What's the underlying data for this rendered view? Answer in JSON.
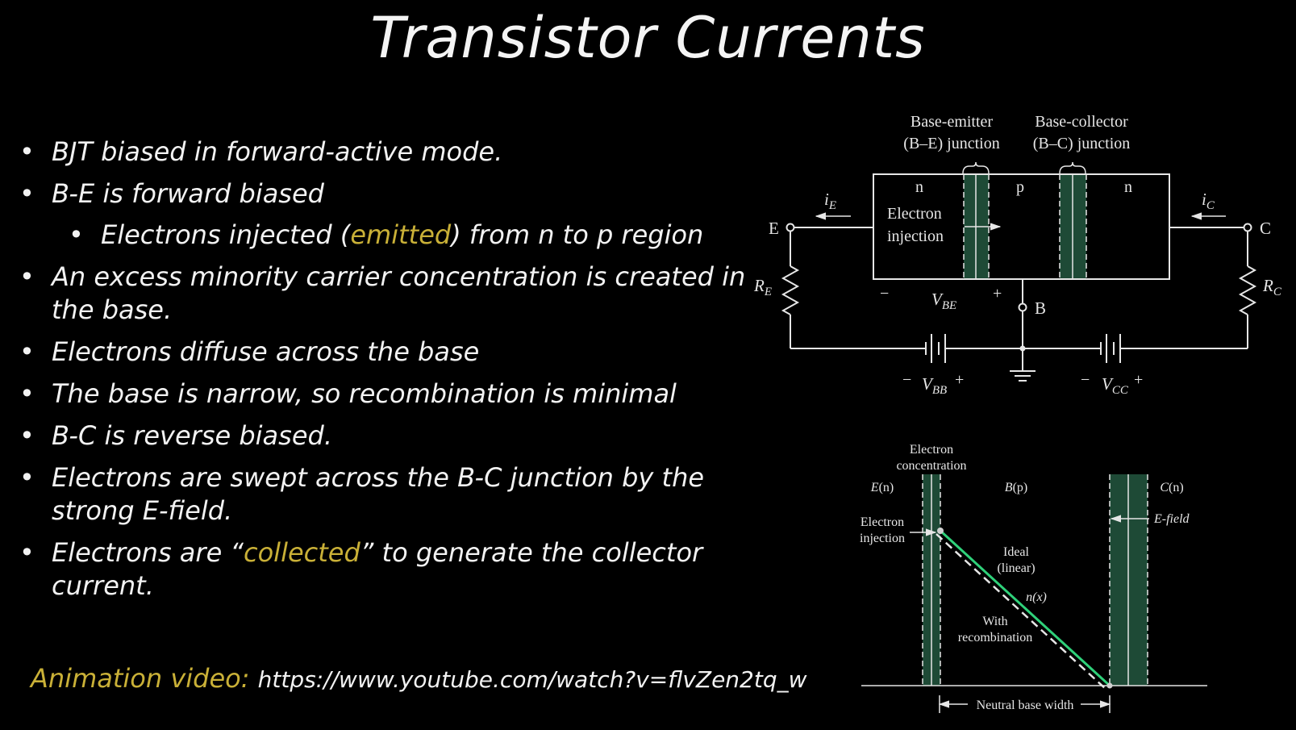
{
  "title": "Transistor Currents",
  "bullets": [
    {
      "text": "BJT biased in forward-active mode."
    },
    {
      "text": "B-E is forward biased"
    },
    {
      "sub": true,
      "pre": "Electrons injected (",
      "hl": "emitted",
      "post": ") from n to p region"
    },
    {
      "text": "An excess minority carrier concentration is created in the base."
    },
    {
      "text": "Electrons diffuse across the base"
    },
    {
      "text": "The base is narrow, so recombination is minimal"
    },
    {
      "text": "B-C is reverse biased."
    },
    {
      "text": "Electrons are swept across the B-C junction by the strong E-field."
    },
    {
      "pre": "Electrons are “",
      "hl": "collected",
      "post": "” to generate the collector current."
    }
  ],
  "video": {
    "label": "Animation video: ",
    "url": "https://www.youtube.com/watch?v=flvZen2tq_w"
  },
  "circuit": {
    "be_junction_line1": "Base-emitter",
    "be_junction_line2": "(B–E) junction",
    "bc_junction_line1": "Base-collector",
    "bc_junction_line2": "(B–C) junction",
    "region_n1": "n",
    "region_p": "p",
    "region_n2": "n",
    "injection_line1": "Electron",
    "injection_line2": "injection",
    "emitter_terminal": "E",
    "collector_terminal": "C",
    "base_terminal": "B",
    "ie_main": "i",
    "ie_sub": "E",
    "ic_main": "i",
    "ic_sub": "C",
    "re_main": "R",
    "re_sub": "E",
    "rc_main": "R",
    "rc_sub": "C",
    "vbe_main": "V",
    "vbe_sub": "BE",
    "vbb_main": "V",
    "vbb_sub": "BB",
    "vcc_main": "V",
    "vcc_sub": "CC",
    "minus": "−",
    "plus": "+"
  },
  "profile": {
    "concentration_line1": "Electron",
    "concentration_line2": "concentration",
    "emitter_main": "E",
    "emitter_tag": "(n)",
    "base_main": "B",
    "base_tag": "(p)",
    "collector_main": "C",
    "collector_tag": "(n)",
    "injection_line1": "Electron",
    "injection_line2": "injection",
    "efield": "E-field",
    "ideal_line1": "Ideal",
    "ideal_line2": "(linear)",
    "nx": "n(x)",
    "recomb_line1": "With",
    "recomb_line2": "recombination",
    "width_label": "Neutral base width",
    "colors": {
      "ideal": "#2fd17a",
      "junction": "#1e4a36",
      "background": "#000000"
    }
  }
}
